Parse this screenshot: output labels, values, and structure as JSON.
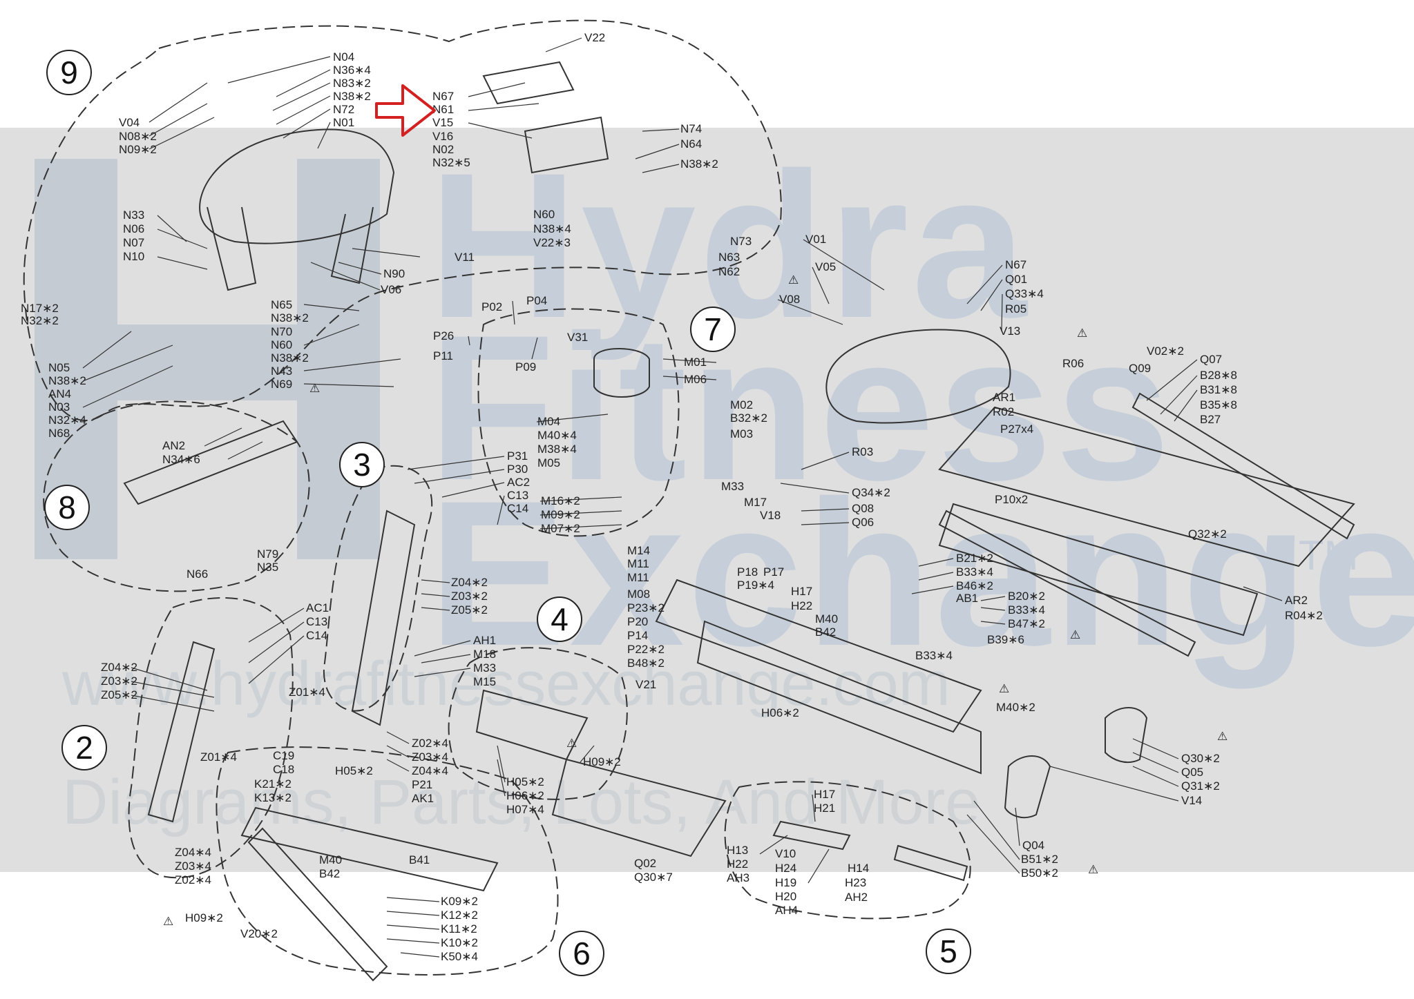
{
  "watermark": {
    "line1": "Hydra",
    "line2": "Fitness",
    "line3": "Exchange",
    "trademark": "TM",
    "url": "www.hydrafitnessexchange.com",
    "tagline": "Diagrams, Parts, Lots, And More"
  },
  "colors": {
    "line": "#333333",
    "band": "#d9d9d9",
    "arrow": "#d42020",
    "watermark": "#c6cfd9"
  },
  "groups": [
    {
      "id": "9",
      "label": "9"
    },
    {
      "id": "8",
      "label": "8"
    },
    {
      "id": "7",
      "label": "7"
    },
    {
      "id": "3",
      "label": "3"
    },
    {
      "id": "4",
      "label": "4"
    },
    {
      "id": "2",
      "label": "2"
    },
    {
      "id": "6",
      "label": "6"
    },
    {
      "id": "5",
      "label": "5"
    }
  ],
  "labels": [
    {
      "text": "N04"
    },
    {
      "text": "N36∗4"
    },
    {
      "text": "N83∗2"
    },
    {
      "text": "N38∗2"
    },
    {
      "text": "N72"
    },
    {
      "text": "N01"
    },
    {
      "text": "V04"
    },
    {
      "text": "N08∗2"
    },
    {
      "text": "N09∗2"
    },
    {
      "text": "V22"
    },
    {
      "text": "N67"
    },
    {
      "text": "N61"
    },
    {
      "text": "V15"
    },
    {
      "text": "V16"
    },
    {
      "text": "N02"
    },
    {
      "text": "N32∗5"
    },
    {
      "text": "N74"
    },
    {
      "text": "N64"
    },
    {
      "text": "N38∗2"
    },
    {
      "text": "N60"
    },
    {
      "text": "N38∗4"
    },
    {
      "text": "V22∗3"
    },
    {
      "text": "N73"
    },
    {
      "text": "N63"
    },
    {
      "text": "N62"
    },
    {
      "text": "N33"
    },
    {
      "text": "N06"
    },
    {
      "text": "N07"
    },
    {
      "text": "N10"
    },
    {
      "text": "N17∗2"
    },
    {
      "text": "N32∗2"
    },
    {
      "text": "V11"
    },
    {
      "text": "N90"
    },
    {
      "text": "V06"
    },
    {
      "text": "N65"
    },
    {
      "text": "N38∗2"
    },
    {
      "text": "N70"
    },
    {
      "text": "N60"
    },
    {
      "text": "N38∗2"
    },
    {
      "text": "N43"
    },
    {
      "text": "N69"
    },
    {
      "text": "N05"
    },
    {
      "text": "N38∗2"
    },
    {
      "text": "AN4"
    },
    {
      "text": "N03"
    },
    {
      "text": "N32∗4"
    },
    {
      "text": "N68"
    },
    {
      "text": "AN2"
    },
    {
      "text": "N34∗6"
    },
    {
      "text": "N79"
    },
    {
      "text": "N35"
    },
    {
      "text": "N66"
    },
    {
      "text": "P26"
    },
    {
      "text": "P02"
    },
    {
      "text": "P04"
    },
    {
      "text": "V31"
    },
    {
      "text": "P11"
    },
    {
      "text": "P09"
    },
    {
      "text": "M01"
    },
    {
      "text": "M06"
    },
    {
      "text": "M04"
    },
    {
      "text": "M40∗4"
    },
    {
      "text": "M38∗4"
    },
    {
      "text": "M05"
    },
    {
      "text": "M16∗2"
    },
    {
      "text": "M09∗2"
    },
    {
      "text": "M07∗2"
    },
    {
      "text": "M02"
    },
    {
      "text": "B32∗2"
    },
    {
      "text": "M03"
    },
    {
      "text": "M33"
    },
    {
      "text": "M17"
    },
    {
      "text": "V18"
    },
    {
      "text": "P31"
    },
    {
      "text": "P30"
    },
    {
      "text": "AC2"
    },
    {
      "text": "C13"
    },
    {
      "text": "C14"
    },
    {
      "text": "Z04∗2"
    },
    {
      "text": "Z03∗2"
    },
    {
      "text": "Z05∗2"
    },
    {
      "text": "M14"
    },
    {
      "text": "M11"
    },
    {
      "text": "M11"
    },
    {
      "text": "M08"
    },
    {
      "text": "P23∗2"
    },
    {
      "text": "P20"
    },
    {
      "text": "P14"
    },
    {
      "text": "P22∗2"
    },
    {
      "text": "B48∗2"
    },
    {
      "text": "P18"
    },
    {
      "text": "P19∗4"
    },
    {
      "text": "P17"
    },
    {
      "text": "V01"
    },
    {
      "text": "V05"
    },
    {
      "text": "V08"
    },
    {
      "text": "N67"
    },
    {
      "text": "Q01"
    },
    {
      "text": "Q33∗4"
    },
    {
      "text": "R05"
    },
    {
      "text": "V13"
    },
    {
      "text": "AR1"
    },
    {
      "text": "R02"
    },
    {
      "text": "P27x4"
    },
    {
      "text": "R06"
    },
    {
      "text": "V02∗2"
    },
    {
      "text": "Q09"
    },
    {
      "text": "Q07"
    },
    {
      "text": "B28∗8"
    },
    {
      "text": "B31∗8"
    },
    {
      "text": "B35∗8"
    },
    {
      "text": "B27"
    },
    {
      "text": "R03"
    },
    {
      "text": "Q34∗2"
    },
    {
      "text": "P10x2"
    },
    {
      "text": "Q08"
    },
    {
      "text": "Q06"
    },
    {
      "text": "Q32∗2"
    },
    {
      "text": "B21∗2"
    },
    {
      "text": "B33∗4"
    },
    {
      "text": "B46∗2"
    },
    {
      "text": "AB1"
    },
    {
      "text": "H17"
    },
    {
      "text": "H22"
    },
    {
      "text": "M40"
    },
    {
      "text": "B42"
    },
    {
      "text": "B20∗2"
    },
    {
      "text": "B33∗4"
    },
    {
      "text": "B47∗2"
    },
    {
      "text": "B39∗6"
    },
    {
      "text": "B33∗4"
    },
    {
      "text": "AR2"
    },
    {
      "text": "R04∗2"
    },
    {
      "text": "AC1"
    },
    {
      "text": "C13"
    },
    {
      "text": "C14"
    },
    {
      "text": "Z04∗2"
    },
    {
      "text": "Z03∗2"
    },
    {
      "text": "Z05∗2"
    },
    {
      "text": "Z01∗4"
    },
    {
      "text": "AH1"
    },
    {
      "text": "M18"
    },
    {
      "text": "M33"
    },
    {
      "text": "M15"
    },
    {
      "text": "V21"
    },
    {
      "text": "H06∗2"
    },
    {
      "text": "M40∗2"
    },
    {
      "text": "H09∗2"
    },
    {
      "text": "H05∗2"
    },
    {
      "text": "H06∗2"
    },
    {
      "text": "H07∗4"
    },
    {
      "text": "Z01∗4"
    },
    {
      "text": "C19"
    },
    {
      "text": "C18"
    },
    {
      "text": "K21∗2"
    },
    {
      "text": "K13∗2"
    },
    {
      "text": "H05∗2"
    },
    {
      "text": "Z02∗4"
    },
    {
      "text": "Z03∗4"
    },
    {
      "text": "Z04∗4"
    },
    {
      "text": "P21"
    },
    {
      "text": "AK1"
    },
    {
      "text": "Z04∗4"
    },
    {
      "text": "Z03∗4"
    },
    {
      "text": "Z02∗4"
    },
    {
      "text": "M40"
    },
    {
      "text": "B42"
    },
    {
      "text": "B41"
    },
    {
      "text": "H09∗2"
    },
    {
      "text": "V20∗2"
    },
    {
      "text": "K09∗2"
    },
    {
      "text": "K12∗2"
    },
    {
      "text": "K11∗2"
    },
    {
      "text": "K10∗2"
    },
    {
      "text": "K50∗4"
    },
    {
      "text": "Q02"
    },
    {
      "text": "Q30∗7"
    },
    {
      "text": "H17"
    },
    {
      "text": "H21"
    },
    {
      "text": "H13"
    },
    {
      "text": "H22"
    },
    {
      "text": "AH3"
    },
    {
      "text": "V10"
    },
    {
      "text": "H24"
    },
    {
      "text": "H19"
    },
    {
      "text": "H20"
    },
    {
      "text": "AH4"
    },
    {
      "text": "H14"
    },
    {
      "text": "H23"
    },
    {
      "text": "AH2"
    },
    {
      "text": "Q30∗2"
    },
    {
      "text": "Q05"
    },
    {
      "text": "Q31∗2"
    },
    {
      "text": "V14"
    },
    {
      "text": "Q04"
    },
    {
      "text": "B51∗2"
    },
    {
      "text": "B50∗2"
    }
  ],
  "warning_symbols": [
    "⚠",
    "⚠",
    "⚠",
    "⚠",
    "⚠",
    "⚠",
    "⚠",
    "⚠",
    "⚠"
  ]
}
